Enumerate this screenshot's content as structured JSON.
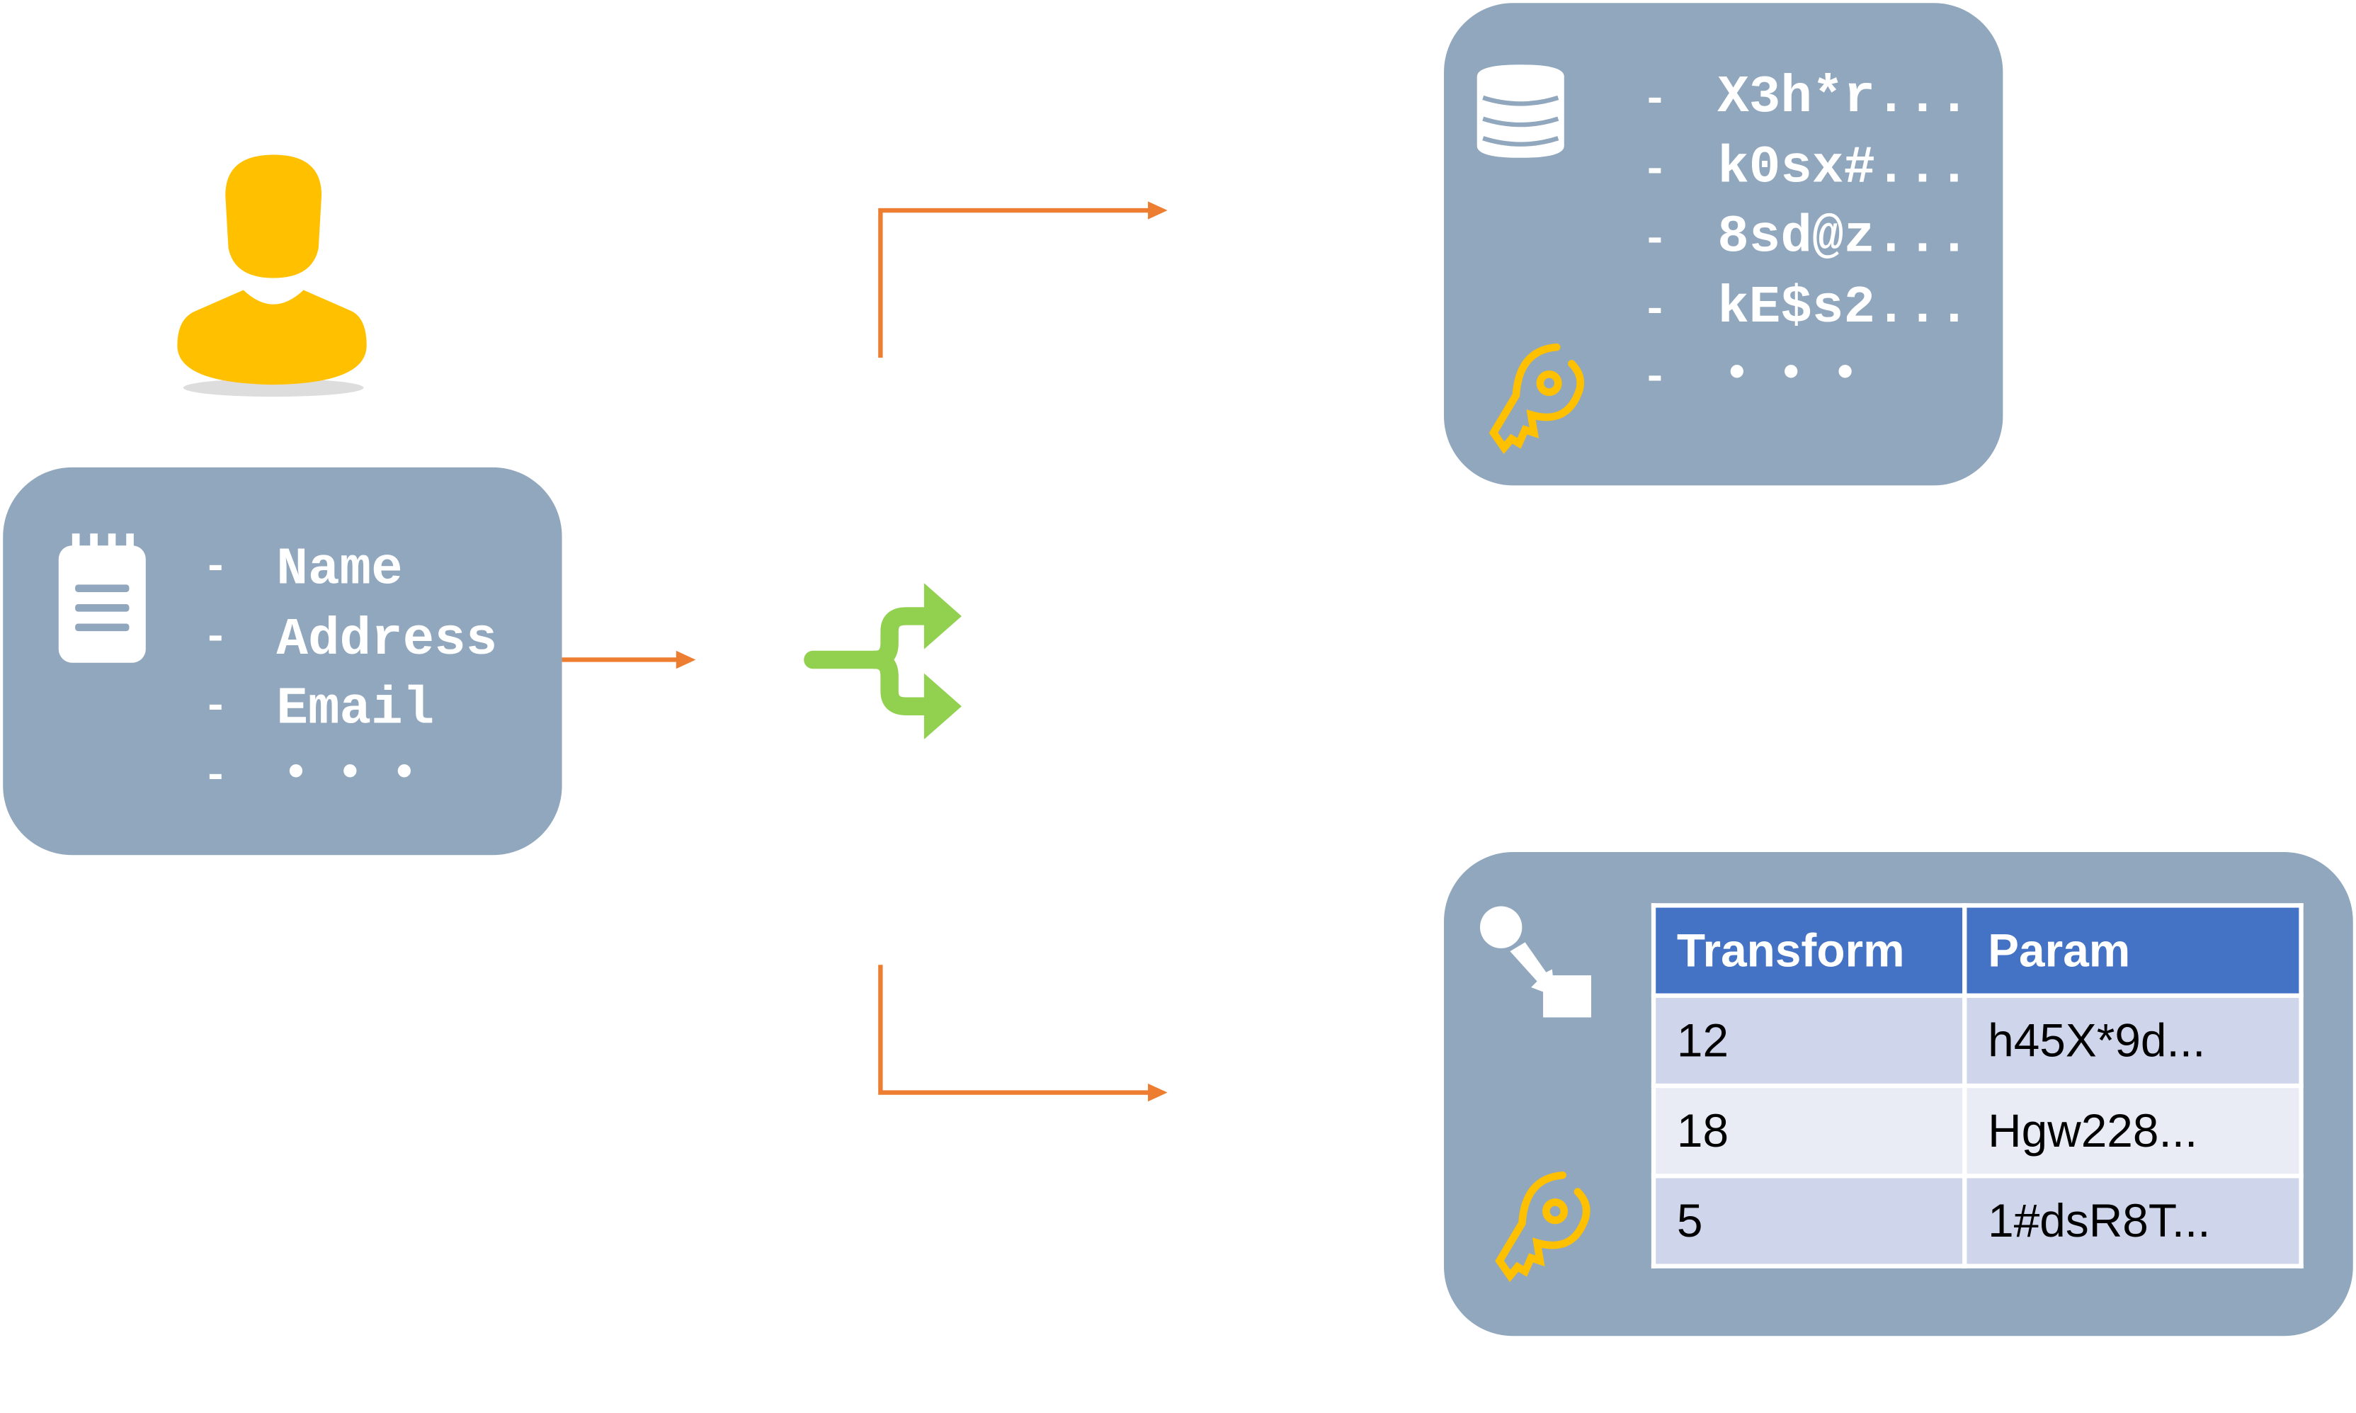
{
  "colors": {
    "box": "#91a7bd",
    "arrow": "#ed7d31",
    "split": "#92d050",
    "person": "#ffc000",
    "key": "#ffc000",
    "table_header": "#4472c4",
    "row_dark": "#cfd5ea",
    "row_light": "#e9ebf5"
  },
  "source_record": {
    "icon": "notepad-icon",
    "fields": [
      "Name",
      "Address",
      "Email",
      "• • •"
    ]
  },
  "encrypted_store": {
    "icon": "database-icon",
    "key_icon": "key-icon",
    "values": [
      "X3h*r...",
      "k0sx#...",
      "8sd@z...",
      "kE$s2...",
      "• • •"
    ]
  },
  "transform_store": {
    "icon": "transform-icon",
    "key_icon": "key-icon",
    "headers": [
      "Transform",
      "Param"
    ],
    "rows": [
      [
        "12",
        "h45X*9d..."
      ],
      [
        "18",
        "Hgw228..."
      ],
      [
        "5",
        "1#dsR8T..."
      ]
    ]
  }
}
